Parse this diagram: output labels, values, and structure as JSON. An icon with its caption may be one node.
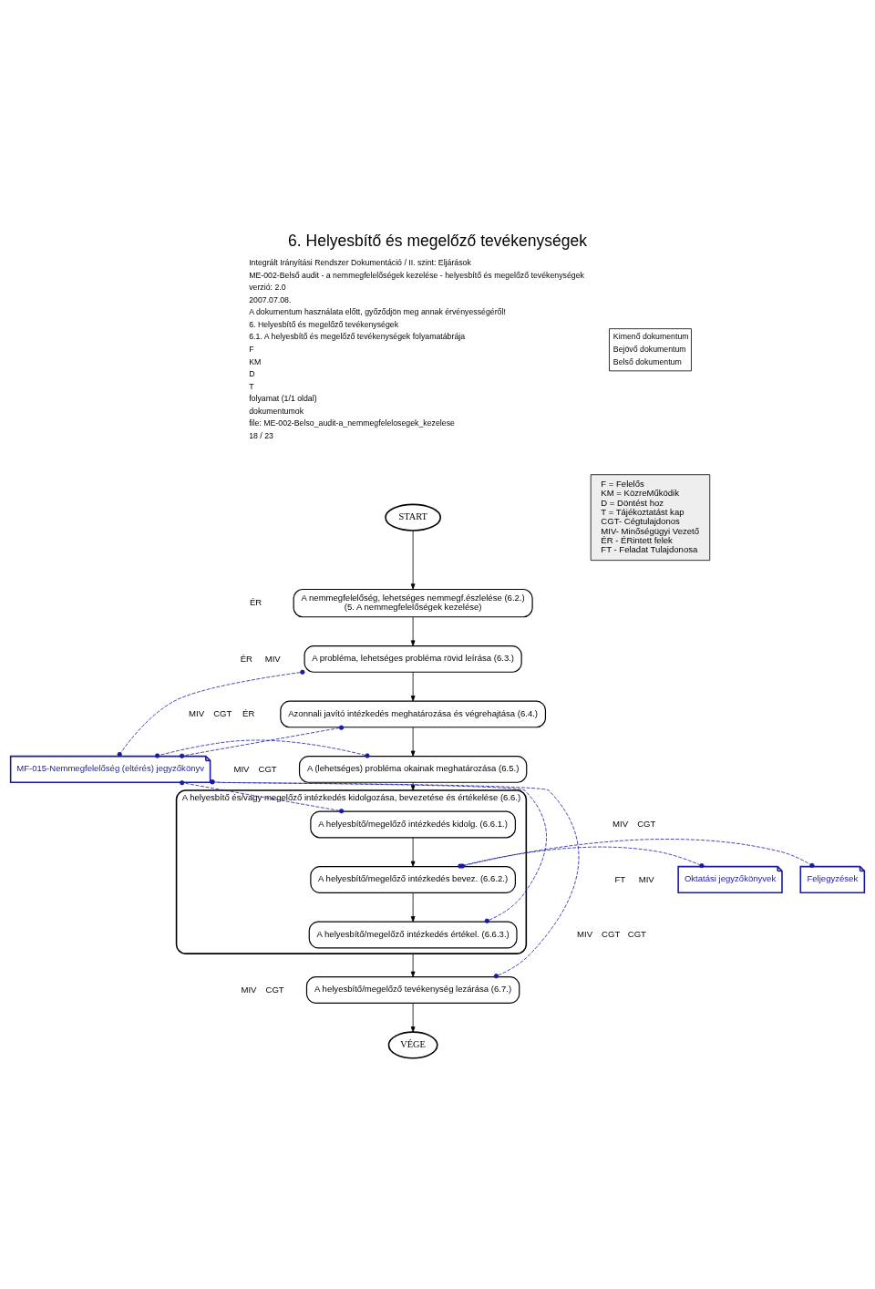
{
  "diagram": {
    "title": "6. Helyesbítő és megelőző tevékenységek",
    "nodes": [
      {
        "text": [
          "START"
        ]
      },
      {
        "text": [
          "A nemmegfelelőség, lehetséges nemmegf.észlelése (6.2.)",
          "(5. A nemmegfelelőségek kezelése)"
        ],
        "beside": [
          "ÉR"
        ]
      },
      {
        "text": [
          "A probléma, lehetséges probléma rövid leírása (6.3.)"
        ],
        "beside": [
          "ÉR",
          "MIV"
        ]
      },
      {
        "text": [
          "Azonnali javító intézkedés meghatározása és végrehajtása (6.4.)"
        ],
        "beside": [
          "MIV",
          "CGT",
          "ÉR"
        ]
      },
      {
        "text": [
          "A (lehetséges) probléma okainak meghatározása (6.5.)"
        ],
        "beside": [
          "MIV",
          "CGT"
        ]
      },
      {
        "text": [
          "A helyesbítő és/vagy megelőző intézkedés kidolgozása, bevezetése és értékelése (6.6.)"
        ]
      },
      {
        "text": [
          "A helyesbítő/megelőző intézkedés kidolg. (6.6.1.)"
        ],
        "in": 5,
        "beside": [
          "MIV",
          "CGT"
        ]
      },
      {
        "text": [
          "A helyesbítő/megelőző intézkedés bevez. (6.6.2.)"
        ],
        "in": 5,
        "beside": [
          "FT",
          "MIV"
        ]
      },
      {
        "text": [
          "A helyesbítő/megelőző intézkedés értékel. (6.6.3.)"
        ],
        "in": 5,
        "beside": [
          "MIV",
          "CGT",
          "CGT"
        ]
      },
      {
        "text": [
          "A helyesbítő/megelőző tevékenység lezárása (6.7.)"
        ],
        "beside": [
          "MIV",
          "CGT"
        ]
      },
      {
        "text": [
          "VÉGE"
        ]
      },
      {
        "text": [
          "MF-015-Nemmegfelelőség (eltérés) jegyzőkönyv"
        ]
      },
      {
        "text": [
          "Oktatási jegyzőkönyvek"
        ]
      },
      {
        "text": [
          "Feljegyzések"
        ]
      },
      {
        "text": [
          "F = Felelős",
          "KM = KözreMűködik",
          "D = Döntést hoz",
          "T = Tájékoztatást kap",
          "CGT- Cégtulajdonos",
          "MIV- Minőségügyi Vezető",
          "ÉR - ÉRintett felek",
          "FT - Feladat Tulajdonosa"
        ]
      }
    ],
    "edges": [
      {
        "from": 0,
        "to": 1,
        "arrow": "to"
      },
      {
        "from": 1,
        "to": 2,
        "arrow": "to"
      },
      {
        "from": 2,
        "to": 3,
        "arrow": "to"
      },
      {
        "from": 3,
        "to": 4,
        "arrow": "to"
      },
      {
        "from": 4,
        "to": 5,
        "arrow": "to"
      },
      {
        "from": 6,
        "to": 7,
        "arrow": "to"
      },
      {
        "from": 7,
        "to": 8,
        "arrow": "to"
      },
      {
        "from": 5,
        "to": 9,
        "arrow": "to"
      },
      {
        "from": 9,
        "to": 10,
        "arrow": "to"
      },
      {
        "from": 2,
        "to": 11,
        "arrow": "other",
        "style": "dashed",
        "color": "#1a1aa6"
      },
      {
        "from": 3,
        "to": 11,
        "arrow": "other",
        "style": "dashed",
        "color": "#1a1aa6"
      },
      {
        "from": 4,
        "to": 11,
        "arrow": "other",
        "style": "dashed",
        "color": "#1a1aa6"
      },
      {
        "from": 6,
        "to": 11,
        "arrow": "other",
        "style": "dashed",
        "color": "#1a1aa6"
      },
      {
        "from": 8,
        "to": 11,
        "arrow": "other",
        "style": "dashed",
        "color": "#1a1aa6"
      },
      {
        "from": 9,
        "to": 11,
        "arrow": "other",
        "style": "dashed",
        "color": "#1a1aa6"
      },
      {
        "from": 7,
        "to": 12,
        "arrow": "other",
        "style": "dashed",
        "color": "#1a1aa6"
      },
      {
        "from": 7,
        "to": 13,
        "arrow": "other",
        "style": "dashed",
        "color": "#1a1aa6"
      }
    ],
    "labels": [
      "Integrált Irányítási Rendszer Dokumentáció / II. szint: Eljárások",
      "ME-002-Belső audit - a nemmegfelelőségek kezelése - helyesbítő és megelőző tevékenységek",
      "verzió: 2.0",
      "2007.07.08.",
      "A dokumentum használata előtt, győződjön meg annak érvényességéről!",
      "6. Helyesbítő és megelőző tevékenységek",
      "6.1. A helyesbítő és megelőző tevékenységek folyamatábrája",
      "F",
      "KM",
      "D",
      "T",
      "folyamat (1/1 oldal)",
      "dokumentumok",
      "file: ME-002-Belso_audit-a_nemmegfelelosegek_kezelese",
      "18 / 23"
    ],
    "legend": [
      {
        "text": "Kimenő dokumentum"
      },
      {
        "text": "Bejövő dokumentum"
      },
      {
        "text": "Belső dokumentum"
      }
    ]
  }
}
